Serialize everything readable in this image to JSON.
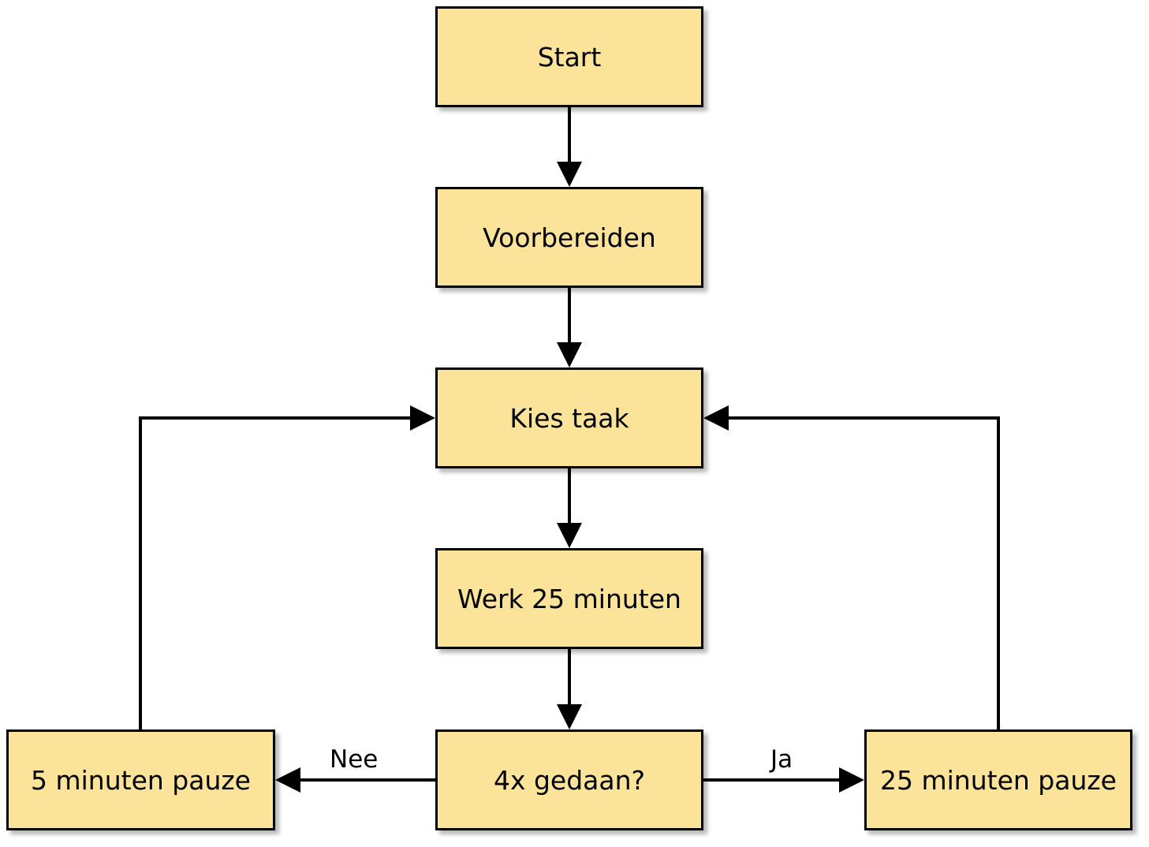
{
  "diagram": {
    "type": "flowchart",
    "node_fill": "#fce39a",
    "stroke_color": "#000000",
    "nodes": {
      "start": "Start",
      "prepare": "Voorbereiden",
      "choose_task": "Kies taak",
      "work": "Werk 25 minuten",
      "check": "4x gedaan?",
      "short_break": "5 minuten pauze",
      "long_break": "25 minuten pauze"
    },
    "edges": {
      "no_label": "Nee",
      "yes_label": "Ja"
    }
  }
}
